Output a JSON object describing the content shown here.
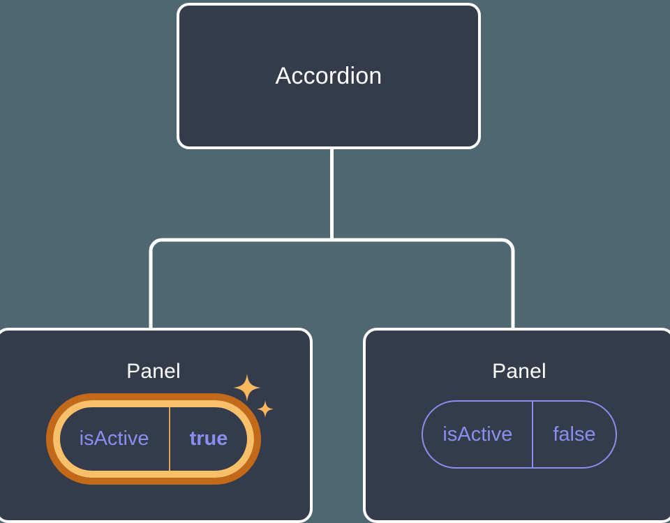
{
  "canvas": {
    "background_color": "#4e6771",
    "node_fill_color": "#343c4c",
    "node_border_color": "#ffffff",
    "connector_color": "#ffffff",
    "prop_text_color": "#8a8eee",
    "highlight_outer_color": "#c26a1a",
    "highlight_inner_color": "#f9c06a",
    "sparkle_color": "#f9b75e"
  },
  "tree": {
    "root": {
      "title": "Accordion"
    },
    "children": [
      {
        "title": "Panel",
        "highlighted": true,
        "prop": {
          "name": "isActive",
          "value": "true"
        }
      },
      {
        "title": "Panel",
        "highlighted": false,
        "prop": {
          "name": "isActive",
          "value": "false"
        }
      }
    ]
  },
  "icons": {
    "sparkle_large": "sparkle-icon",
    "sparkle_small": "sparkle-small-icon"
  }
}
